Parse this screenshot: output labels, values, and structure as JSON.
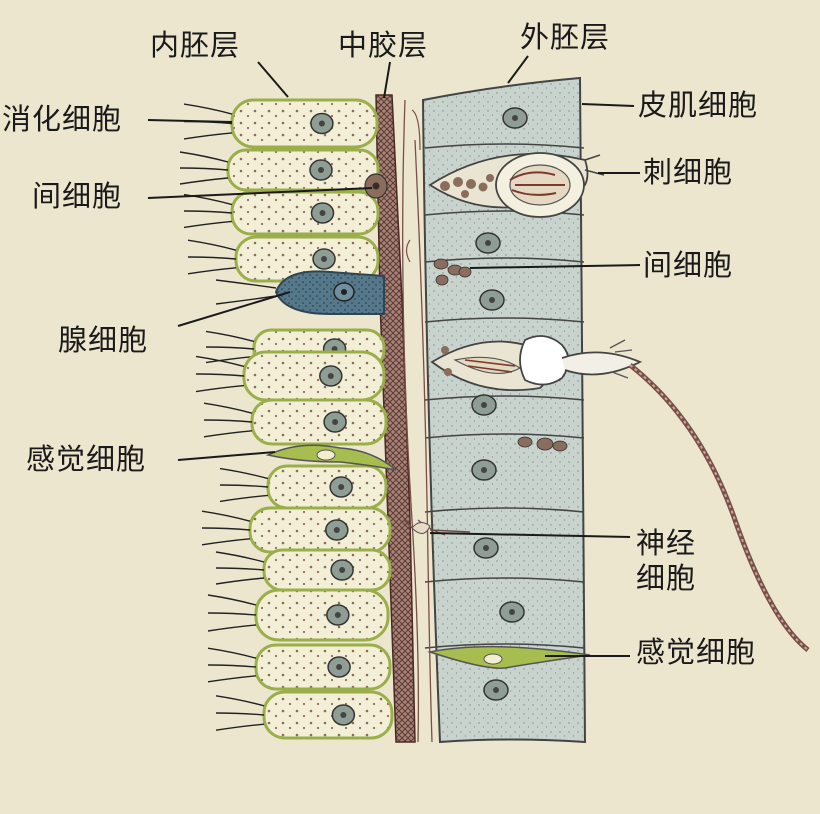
{
  "diagram": {
    "layers": {
      "endoderm": "内胚层",
      "mesoglea": "中胶层",
      "ectoderm": "外胚层"
    },
    "left_labels": {
      "digestive_cell": "消化细胞",
      "interstitial_cell": "间细胞",
      "gland_cell": "腺细胞",
      "sensory_cell": "感觉细胞"
    },
    "right_labels": {
      "epitheliomuscular_cell": "皮肌细胞",
      "cnidocyte": "刺细胞",
      "interstitial_cell": "间细胞",
      "nerve_cell": "神经细胞",
      "sensory_cell": "感觉细胞"
    },
    "colors": {
      "background": "#ece6cf",
      "endoderm_cell_fill": "#f3efd6",
      "endoderm_cell_border": "#9aae4a",
      "gland_cell_fill": "#55788a",
      "ectoderm_cell_fill": "#c7d3cc",
      "mesoglea": "#7a4f47",
      "nucleus": "#8f9e94",
      "sensory_cell": "#a8bd4f"
    }
  }
}
